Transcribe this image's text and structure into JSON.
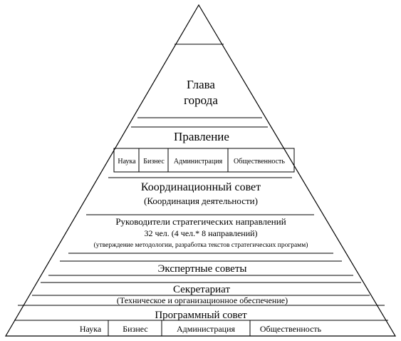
{
  "levels": {
    "head": {
      "line1": "Глава",
      "line2": "города"
    },
    "board": {
      "title": "Правление",
      "cells": [
        "Наука",
        "Бизнес",
        "Администрация",
        "Общественность"
      ]
    },
    "coordination": {
      "title": "Координационный совет",
      "subtitle": "(Координация деятельности)"
    },
    "leaders": {
      "title": "Руководители стратегических направлений",
      "line2": "32 чел. (4 чел.* 8 направлений)",
      "line3": "(утверждение методологии, разработка текстов стратегических программ)"
    },
    "experts": {
      "title": "Экспертные советы"
    },
    "secretariat": {
      "title": "Секретариат",
      "subtitle": "(Техническое и организационное обеспечение)"
    },
    "program": {
      "title": "Программный совет",
      "cells": [
        "Наука",
        "Бизнес",
        "Администрация",
        "Общественность"
      ]
    }
  }
}
